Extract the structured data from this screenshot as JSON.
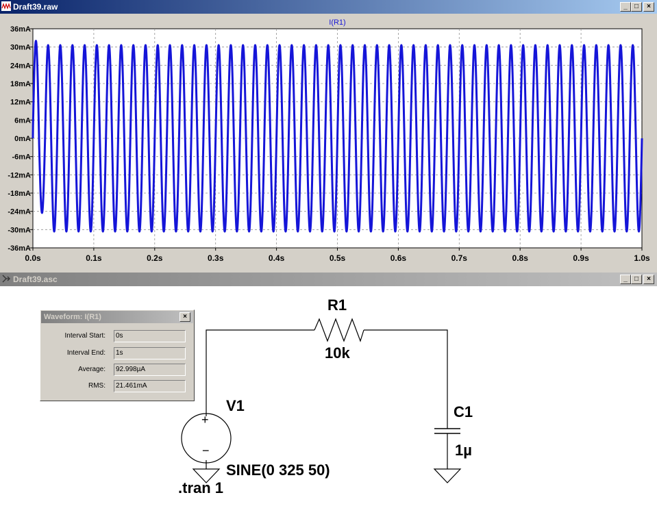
{
  "waveform_window": {
    "title": "Draft39.raw",
    "trace_name": "I(R1)",
    "buttons": {
      "minimize": "_",
      "restore": "□",
      "close": "×"
    }
  },
  "schematic_window": {
    "title": "Draft39.asc",
    "buttons": {
      "minimize": "_",
      "restore": "□",
      "close": "×"
    }
  },
  "colors": {
    "trace": "#1515d8",
    "grid": "#909090",
    "title_active": "#0a246a",
    "title_inactive": "#808080"
  },
  "chart_data": {
    "type": "line",
    "title": "I(R1)",
    "xlabel": "",
    "ylabel": "",
    "xlim": [
      0,
      1.0
    ],
    "ylim": [
      -36,
      36
    ],
    "x_ticks": [
      "0.0s",
      "0.1s",
      "0.2s",
      "0.3s",
      "0.4s",
      "0.5s",
      "0.6s",
      "0.7s",
      "0.8s",
      "0.9s",
      "1.0s"
    ],
    "y_ticks": [
      "36mA",
      "30mA",
      "24mA",
      "18mA",
      "12mA",
      "6mA",
      "0mA",
      "-6mA",
      "-12mA",
      "-18mA",
      "-24mA",
      "-30mA",
      "-36mA"
    ],
    "grid": true,
    "series": [
      {
        "name": "I(R1)",
        "frequency_hz": 50,
        "amplitude_mA": 30.6,
        "first_peak_mA": 32.5,
        "first_trough_mA": -24.5
      }
    ]
  },
  "measure_dialog": {
    "title": "Waveform: I(R1)",
    "close_label": "×",
    "rows": [
      {
        "label": "Interval Start:",
        "value": "0s"
      },
      {
        "label": "Interval End:",
        "value": "1s"
      },
      {
        "label": "Average:",
        "value": "92.998µA"
      },
      {
        "label": "RMS:",
        "value": "21.461mA"
      }
    ]
  },
  "schematic": {
    "resistor": {
      "name": "R1",
      "value": "10k"
    },
    "capacitor": {
      "name": "C1",
      "value": "1µ"
    },
    "source": {
      "name": "V1",
      "value": "SINE(0 325 50)",
      "plus": "+",
      "minus": "−"
    },
    "directive": ".tran 1"
  }
}
